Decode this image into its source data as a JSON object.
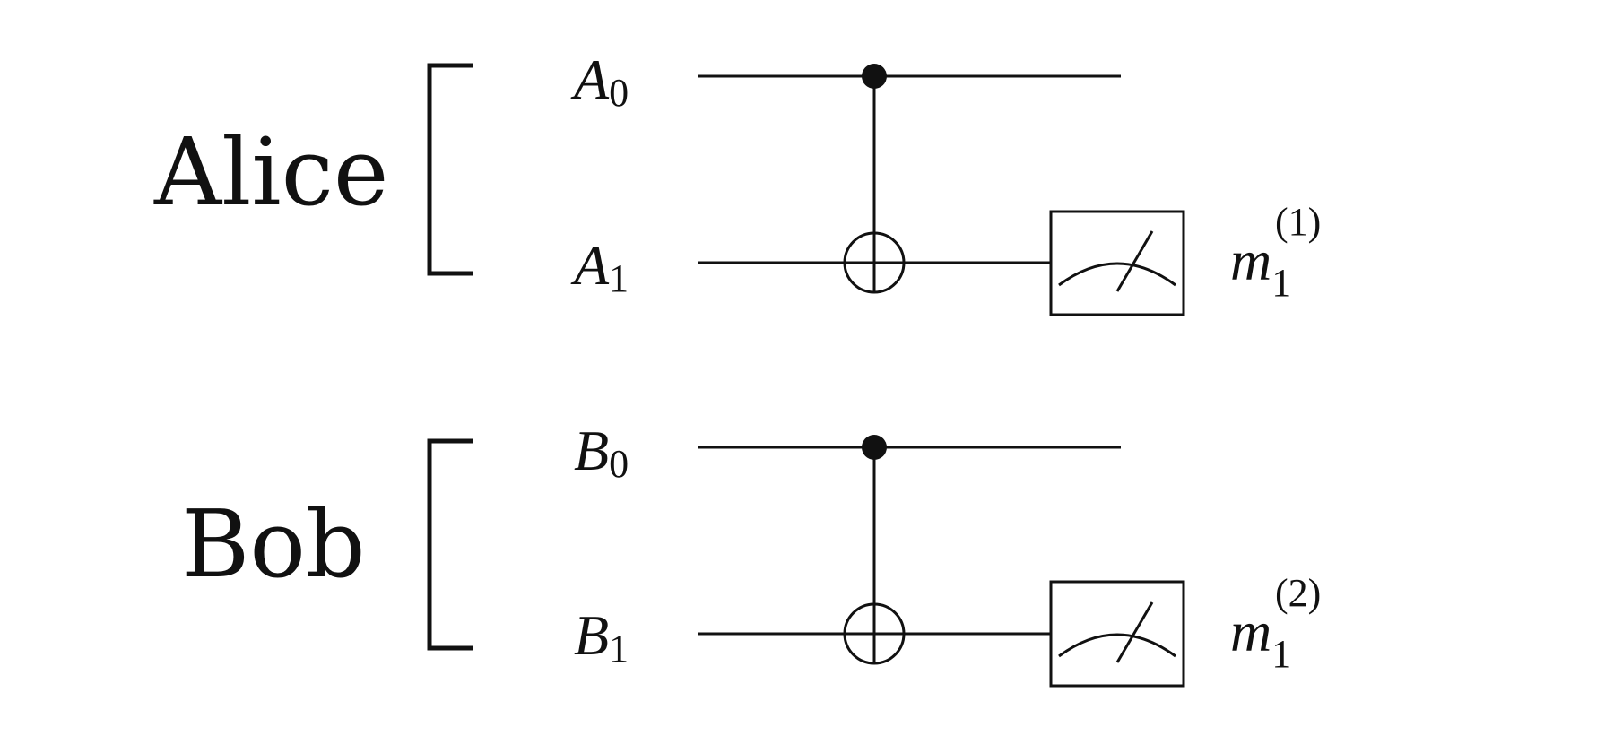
{
  "parties": [
    {
      "name": "Alice",
      "qubits": [
        {
          "symbol": "A",
          "index": "0"
        },
        {
          "symbol": "A",
          "index": "1"
        }
      ],
      "measurement": {
        "symbol": "m",
        "sub": "1",
        "sup": "(1)"
      }
    },
    {
      "name": "Bob",
      "qubits": [
        {
          "symbol": "B",
          "index": "0"
        },
        {
          "symbol": "B",
          "index": "1"
        }
      ],
      "measurement": {
        "symbol": "m",
        "sub": "1",
        "sup": "(2)"
      }
    }
  ]
}
